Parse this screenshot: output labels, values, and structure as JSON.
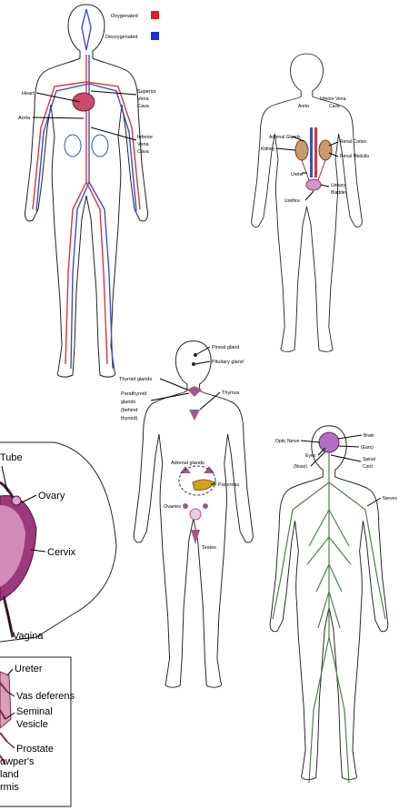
{
  "circulatory": {
    "legend": [
      {
        "label": "Oxygenated",
        "color": "#e02020"
      },
      {
        "label": "Deoxygenated",
        "color": "#1a2fd6"
      }
    ],
    "labels": {
      "heart": "Heart",
      "aorta": "Aorta",
      "svc_1": "Superior",
      "svc_2": "Vena",
      "svc_3": "Cava",
      "ivc_1": "Inferior",
      "ivc_2": "Vena",
      "ivc_3": "Cava"
    }
  },
  "urinary": {
    "labels": {
      "ivc_1": "Inferior Vena",
      "ivc_2": "Cava",
      "aorta": "Aorta",
      "adrenal": "Adrenal Glands",
      "kidney": "Kidney",
      "renal_cortex": "Renal Cortex",
      "renal_medulla": "Renal Medulla",
      "ureter": "Ureter",
      "bladder_1": "Urinary",
      "bladder_2": "Bladder",
      "urethra": "Urethra"
    }
  },
  "endocrine": {
    "labels": {
      "pineal": "Pineal gland",
      "pituitary": "Pituitary gland",
      "thyroid": "Thyroid glands",
      "parathyroid_1": "Parathyroid",
      "parathyroid_2": "glands",
      "parathyroid_3": "(behind",
      "parathyroid_4": "thyroid)",
      "thymus": "Thymus",
      "adrenal": "Adrenal glands",
      "pancreas": "Pancreas",
      "ovaries": "Ovaries",
      "testes": "Testes"
    }
  },
  "female_repro": {
    "labels": {
      "tube": "Tube",
      "ovary": "Ovary",
      "cervix": "Cervix",
      "vagina": "Vagina"
    }
  },
  "male_repro": {
    "labels": {
      "ureter": "Ureter",
      "vas": "Vas deferens",
      "seminal_1": "Seminal",
      "seminal_2": "Vesicle",
      "prostate": "Prostate",
      "cowper_1": "owper's",
      "cowper_2": "land",
      "cowper_3": "rmis"
    }
  },
  "nervous": {
    "labels": {
      "optic": "Optic Nerve",
      "brain_1": "Brain",
      "brain_2": "(Ears)",
      "eyes": "Eyes",
      "nose": "(Nose)",
      "spinal_1": "Spinal",
      "spinal_2": "Cord",
      "nerves": "Nerves"
    }
  }
}
